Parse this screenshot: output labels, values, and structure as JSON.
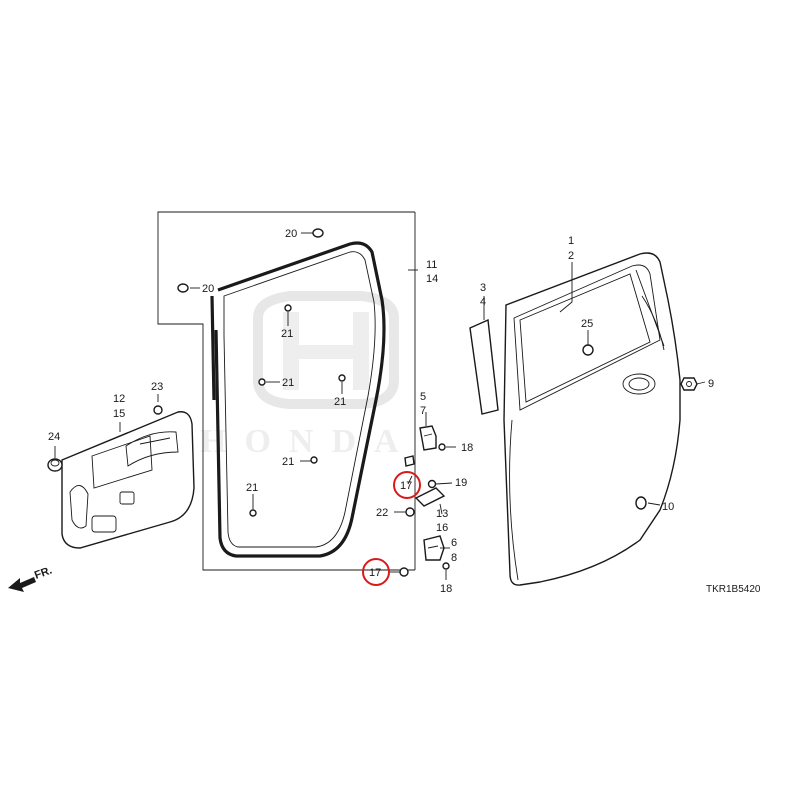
{
  "diagram": {
    "code": "TKR1B5420",
    "direction_label": "FR.",
    "watermark_brand": "HONDA",
    "callouts": [
      {
        "id": "c1",
        "label": "1"
      },
      {
        "id": "c2",
        "label": "2"
      },
      {
        "id": "c3",
        "label": "3"
      },
      {
        "id": "c4",
        "label": "4"
      },
      {
        "id": "c5",
        "label": "5"
      },
      {
        "id": "c6",
        "label": "6"
      },
      {
        "id": "c7",
        "label": "7"
      },
      {
        "id": "c8",
        "label": "8"
      },
      {
        "id": "c9",
        "label": "9"
      },
      {
        "id": "c10",
        "label": "10"
      },
      {
        "id": "c11",
        "label": "11"
      },
      {
        "id": "c12",
        "label": "12"
      },
      {
        "id": "c13",
        "label": "13"
      },
      {
        "id": "c14",
        "label": "14"
      },
      {
        "id": "c15",
        "label": "15"
      },
      {
        "id": "c16",
        "label": "16"
      },
      {
        "id": "c17a",
        "label": "17",
        "highlighted": true
      },
      {
        "id": "c17b",
        "label": "17",
        "highlighted": true
      },
      {
        "id": "c18a",
        "label": "18"
      },
      {
        "id": "c18b",
        "label": "18"
      },
      {
        "id": "c19",
        "label": "19"
      },
      {
        "id": "c20a",
        "label": "20"
      },
      {
        "id": "c20b",
        "label": "20"
      },
      {
        "id": "c21a",
        "label": "21"
      },
      {
        "id": "c21b",
        "label": "21"
      },
      {
        "id": "c21c",
        "label": "21"
      },
      {
        "id": "c21d",
        "label": "21"
      },
      {
        "id": "c21e",
        "label": "21"
      },
      {
        "id": "c22",
        "label": "22"
      },
      {
        "id": "c23",
        "label": "23"
      },
      {
        "id": "c24",
        "label": "24"
      },
      {
        "id": "c25",
        "label": "25"
      }
    ],
    "highlight_color": "#d91a1a"
  }
}
